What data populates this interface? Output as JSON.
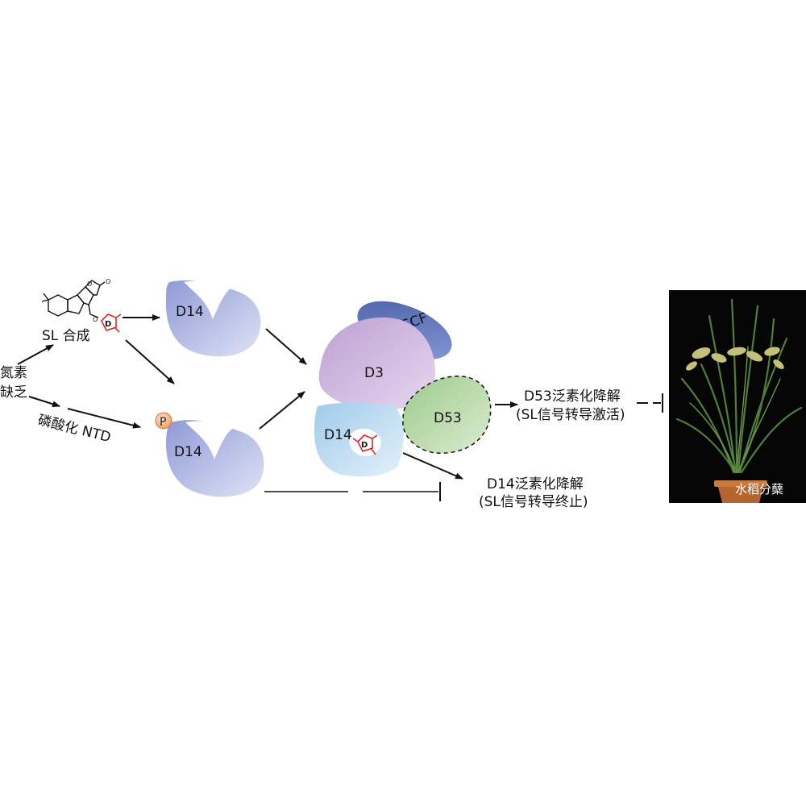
{
  "labels": {
    "nitrogen_line1": "氮素",
    "nitrogen_line2": "缺乏",
    "sl_synthesis": "SL 合成",
    "phosphorylation": "磷酸化 NTD",
    "phospho_mark": "P",
    "d14_top": "D14",
    "d14_bottom": "D14",
    "d14_complex": "D14",
    "d3": "D3",
    "scf": "SCF",
    "d53": "D53",
    "d_ring_top": "D",
    "d_ring_complex": "D",
    "d53_degradation": "D53泛素化降解",
    "d53_signal": "(SL信号转导激活)",
    "d14_degradation": "D14泛素化降解",
    "d14_signal": "(SL信号转导终止)",
    "rice_tillering": "水稻分蘖"
  },
  "colors": {
    "d14_fill": "#aab4e0",
    "d3_fill": "#c8aed6",
    "scf_fill": "#5b72b8",
    "d53_fill": "#b3d6a2",
    "d14_complex_fill": "#b5d6ee",
    "d_ring": "#d9262b",
    "phospho": "#f2b183",
    "photo_bg": "#050505"
  }
}
